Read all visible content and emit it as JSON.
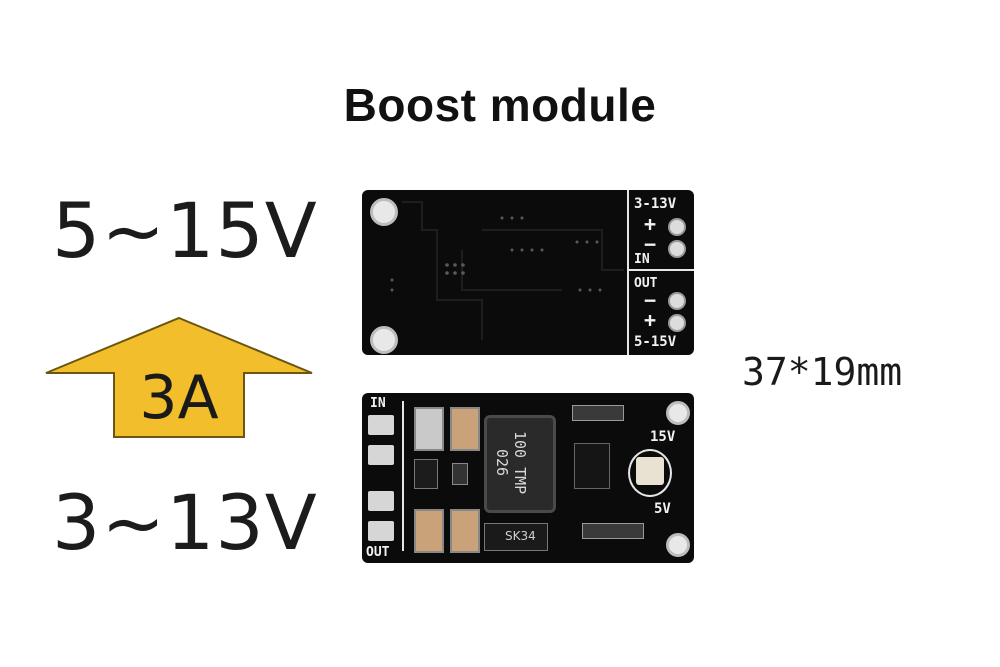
{
  "title": "Boost module",
  "output_voltage": "5~15V",
  "input_voltage": "3~13V",
  "current_rating": "3A",
  "dimensions": "37*19mm",
  "back_board": {
    "in_label_top": "3-13V",
    "plus_top": "+",
    "minus_top": "−",
    "in_label": "IN",
    "out_label": "OUT",
    "minus_bottom": "−",
    "plus_bottom": "+",
    "out_range": "5-15V"
  },
  "front_board": {
    "in_label": "IN",
    "out_label": "OUT",
    "inductor_marking": "100 TMP 026",
    "diode_marking": "SK34",
    "pot_max": "15V",
    "pot_min": "5V"
  },
  "colors": {
    "arrow_fill": "#f2be2c",
    "arrow_stroke": "#6b5510",
    "pcb": "#0b0b0b",
    "pad": "#d9d9d9",
    "capacitor": "#c9a27a"
  }
}
